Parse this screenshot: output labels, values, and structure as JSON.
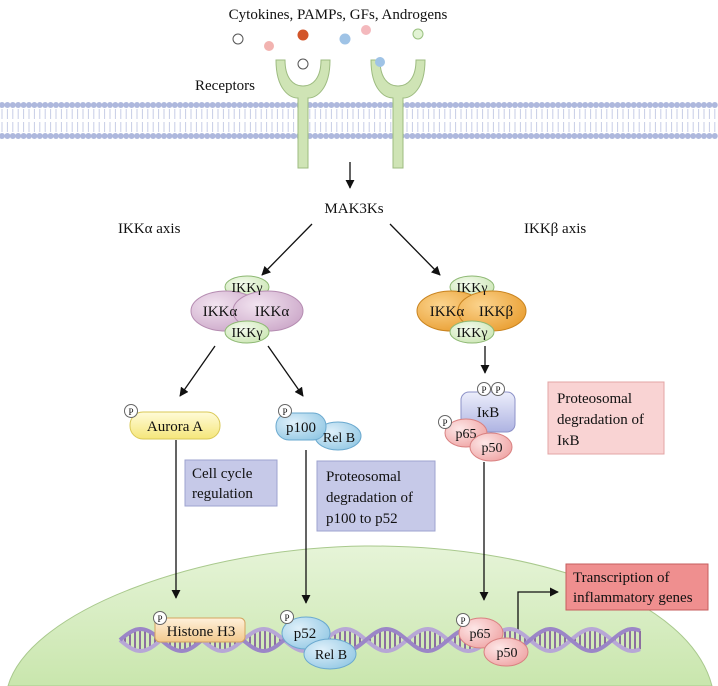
{
  "header": {
    "ligands": "Cytokines, PAMPs, GFs, Androgens",
    "receptors": "Receptors"
  },
  "pathway": {
    "mak3ks": "MAK3Ks",
    "ikka_axis": "IKKα axis",
    "ikkb_axis": "IKKβ axis"
  },
  "complex_left": {
    "ikkg_top": "IKKγ",
    "ikka_left": "IKKα",
    "ikka_right": "IKKα",
    "ikkg_bottom": "IKKγ"
  },
  "complex_right": {
    "ikkg_top": "IKKγ",
    "ikka": "IKKα",
    "ikkb": "IKKβ",
    "ikkg_bottom": "IKKγ"
  },
  "proteins": {
    "aurora_a": "Aurora A",
    "p100": "p100",
    "relb": "Rel B",
    "ikb": "IκB",
    "p65": "p65",
    "p50": "p50",
    "phospho": "P"
  },
  "boxes": {
    "cell_cycle": [
      "Cell cycle",
      "regulation"
    ],
    "degradation_p100": [
      "Proteosomal",
      "degradation of",
      "p100 to p52"
    ],
    "degradation_ikb": [
      "Proteosomal",
      "degradation of",
      "IκB"
    ],
    "transcription": [
      "Transcription of",
      "inflammatory genes"
    ]
  },
  "nucleus": {
    "histone": "Histone H3",
    "p52": "p52",
    "relb": "Rel B",
    "p65": "p65",
    "p50": "p50"
  },
  "colors": {
    "membrane_head": "#aeb8dd",
    "receptor": "#cfe4b5",
    "nucleus": "#d5ecc0",
    "ikka_purple": "#d9b8d6",
    "ikkg_green": "#dcefc9",
    "ikk_orange": "#f0a73a",
    "aurora_yellow": "#fbf2a4",
    "p100_blue": "#a8d4ea",
    "ikb_lavender": "#bfc4ea",
    "p65_pink": "#f4b8b8",
    "box_blue": "#c6c9e8",
    "box_pink": "#f9d3d3",
    "box_red": "#ef8f8f",
    "dna_purple": "#7a4f9a",
    "histone_orange": "#f5d7a8"
  }
}
